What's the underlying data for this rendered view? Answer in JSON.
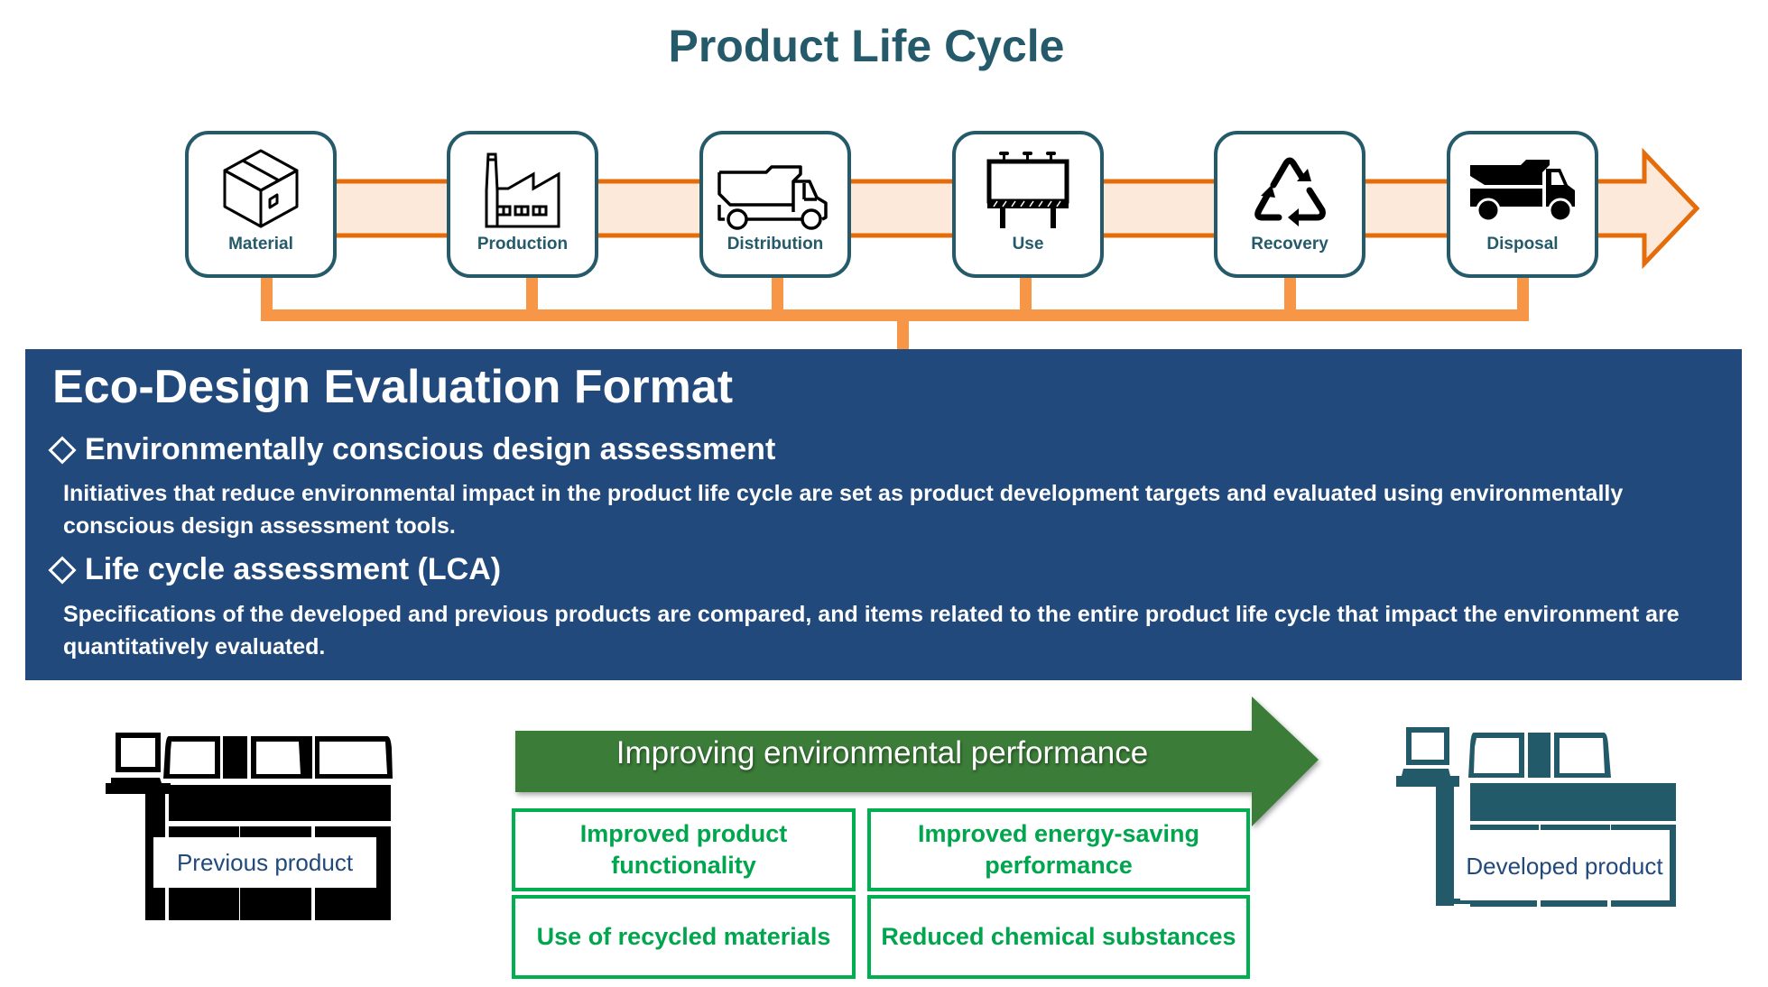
{
  "title": "Product Life Cycle",
  "life_cycle": {
    "stages": [
      {
        "label": "Material",
        "icon": "box-icon"
      },
      {
        "label": "Production",
        "icon": "factory-icon"
      },
      {
        "label": "Distribution",
        "icon": "truck-outline-icon"
      },
      {
        "label": "Use",
        "icon": "billboard-icon"
      },
      {
        "label": "Recovery",
        "icon": "recycle-icon"
      },
      {
        "label": "Disposal",
        "icon": "dump-truck-icon"
      }
    ]
  },
  "banner": {
    "title": "Eco-Design Evaluation Format",
    "sections": [
      {
        "heading": "Environmentally conscious design assessment",
        "body": "Initiatives that reduce environmental impact in the product life cycle are set as product development targets and evaluated using environmentally conscious design assessment tools."
      },
      {
        "heading": "Life cycle assessment (LCA)",
        "body": "Specifications of the developed and previous products are compared, and items related to the entire product life cycle that impact the environment are quantitatively evaluated."
      }
    ]
  },
  "comparison": {
    "previous_label": "Previous product",
    "developed_label": "Developed product",
    "arrow_label": "Improving environmental performance",
    "improvements": [
      "Improved product functionality",
      "Improved energy-saving performance",
      "Use of recycled materials",
      "Reduced chemical substances"
    ]
  },
  "colors": {
    "teal": "#245a69",
    "orange": "#e46c0a",
    "orange_light": "#f79646",
    "band_fill": "#fde9d9",
    "navy": "#21497b",
    "green_arrow": "#3a7d37",
    "green_box": "#00b050"
  }
}
